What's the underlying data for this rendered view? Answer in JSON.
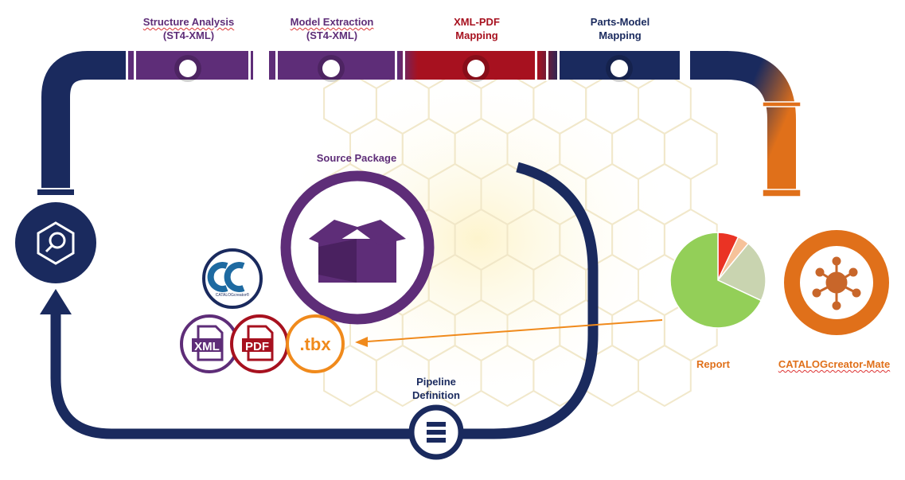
{
  "pipeline_steps": [
    {
      "line1": "Structure Analysis",
      "line2": "(ST4-XML)",
      "color": "#5e2d78"
    },
    {
      "line1": "Model Extraction",
      "line2": "(ST4-XML)",
      "color": "#5e2d78"
    },
    {
      "line1": "XML-PDF",
      "line2": "Mapping",
      "color": "#a7111f"
    },
    {
      "line1": "Parts-Model",
      "line2": "Mapping",
      "color": "#1a2a5e"
    }
  ],
  "source_package": {
    "label": "Source Package",
    "color": "#5e2d78"
  },
  "pipeline_definition": {
    "line1": "Pipeline",
    "line2": "Definition",
    "color": "#1a2a5e"
  },
  "report": {
    "label": "Report",
    "color": "#e0701a"
  },
  "mate": {
    "label": "CATALOGcreator-Mate",
    "color": "#e0701a"
  },
  "format_badges": [
    {
      "text": "XML",
      "color": "#5e2d78"
    },
    {
      "text": "PDF",
      "color": "#a7111f"
    },
    {
      "text": ".tbx",
      "color": "#f08a1c"
    }
  ],
  "cc_logo": {
    "sub": "CATALOGcreator®",
    "color": "#1e6aa1"
  },
  "pie_colors": [
    "#93cf58",
    "#ea3324",
    "#f6c29a",
    "#c9d4b0"
  ],
  "colors": {
    "navy": "#1a2a5e",
    "purple": "#5e2d78",
    "red": "#a7111f",
    "orange": "#e0701a"
  }
}
